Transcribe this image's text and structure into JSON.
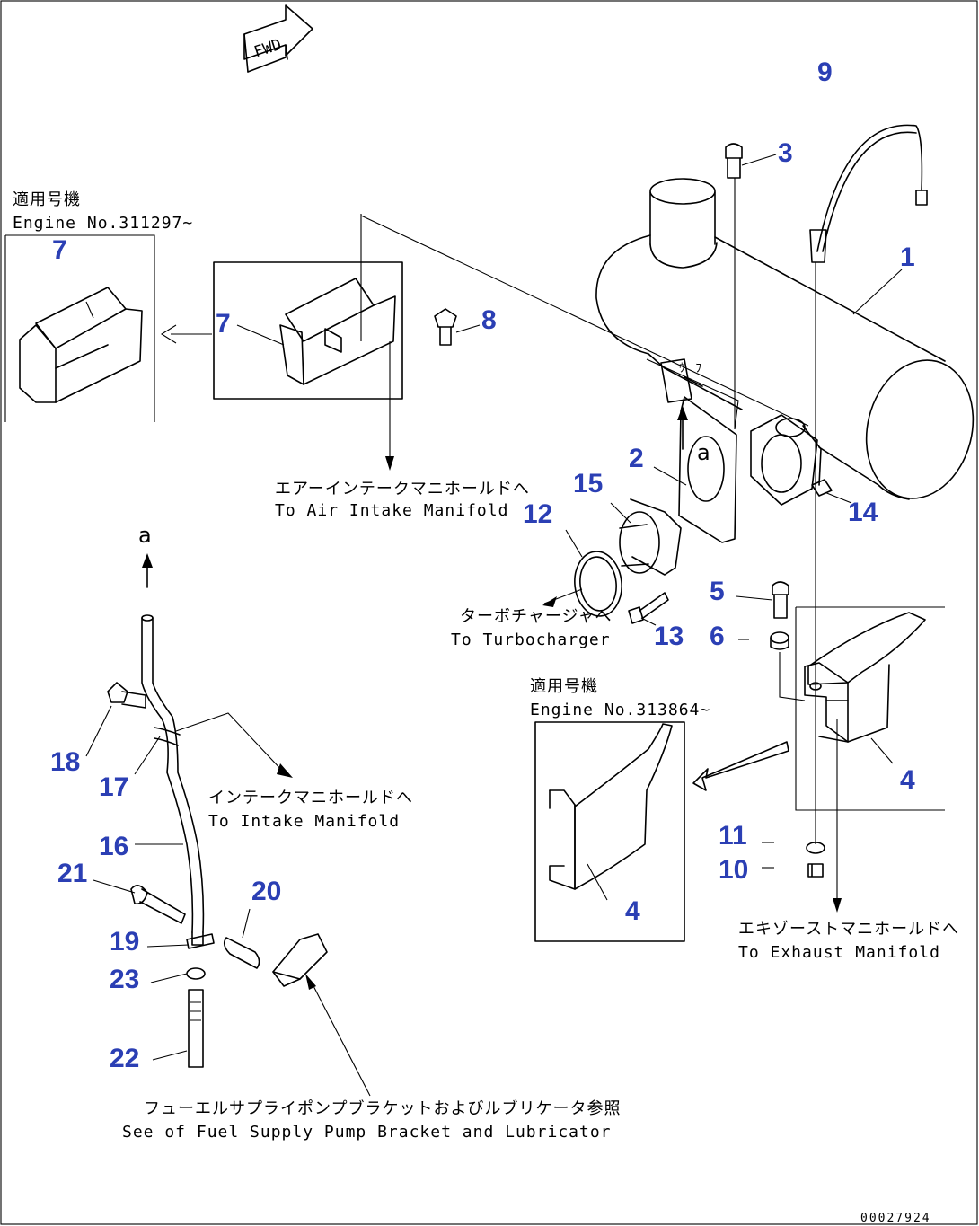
{
  "callouts": [
    {
      "n": "1"
    },
    {
      "n": "2"
    },
    {
      "n": "3"
    },
    {
      "n": "4"
    },
    {
      "n": "4"
    },
    {
      "n": "5"
    },
    {
      "n": "6"
    },
    {
      "n": "7"
    },
    {
      "n": "7"
    },
    {
      "n": "8"
    },
    {
      "n": "9"
    },
    {
      "n": "10"
    },
    {
      "n": "11"
    },
    {
      "n": "12"
    },
    {
      "n": "13"
    },
    {
      "n": "14"
    },
    {
      "n": "15"
    },
    {
      "n": "16"
    },
    {
      "n": "17"
    },
    {
      "n": "18"
    },
    {
      "n": "19"
    },
    {
      "n": "20"
    },
    {
      "n": "21"
    },
    {
      "n": "22"
    },
    {
      "n": "23"
    }
  ],
  "labels": {
    "fwd": "FWD",
    "view_a": "a",
    "view_a_top": "a",
    "applicable_jp_1": "適用号機",
    "applicable_en_1": "Engine No.311297~",
    "applicable_jp_2": "適用号機",
    "applicable_en_2": "Engine No.313864~",
    "air_intake_jp": "エアーインテークマニホールドへ",
    "air_intake_en": "To Air Intake Manifold",
    "turbo_jp": "ターボチャージャへ",
    "turbo_en": "To Turbocharger",
    "intake_jp": "インテークマニホールドへ",
    "intake_en": "To Intake Manifold",
    "exhaust_jp": "エキゾーストマニホールドへ",
    "exhaust_en": "To Exhaust Manifold",
    "fuel_jp": "フューエルサプライポンプブラケットおよびルブリケータ参照",
    "fuel_en": "See of Fuel Supply Pump Bracket and Lubricator",
    "doc_number": "00027924"
  },
  "colors": {
    "callout": "#2b3fb4",
    "line": "#000000",
    "background": "#ffffff"
  }
}
